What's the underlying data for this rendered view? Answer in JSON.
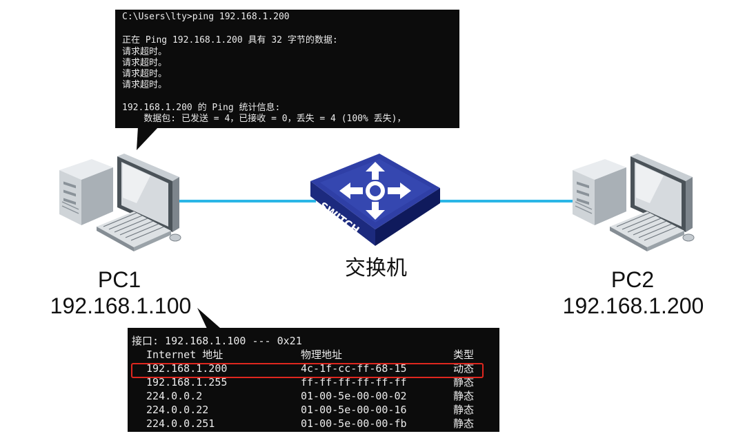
{
  "top_terminal": {
    "lines": [
      "C:\\Users\\lty>ping 192.168.1.200",
      "",
      "正在 Ping 192.168.1.200 具有 32 字节的数据:",
      "请求超时。",
      "请求超时。",
      "请求超时。",
      "请求超时。",
      "",
      "192.168.1.200 的 Ping 统计信息:",
      "    数据包: 已发送 = 4，已接收 = 0，丢失 = 4 (100% 丢失)，"
    ]
  },
  "arp_terminal": {
    "interface_line": "接口: 192.168.1.100 --- 0x21",
    "headers": {
      "ip": "Internet 地址",
      "mac": "物理地址",
      "type": "类型"
    },
    "rows": [
      {
        "ip": "192.168.1.200",
        "mac": "4c-1f-cc-ff-68-15",
        "type": "动态"
      },
      {
        "ip": "192.168.1.255",
        "mac": "ff-ff-ff-ff-ff-ff",
        "type": "静态"
      },
      {
        "ip": "224.0.0.2",
        "mac": "01-00-5e-00-00-02",
        "type": "静态"
      },
      {
        "ip": "224.0.0.22",
        "mac": "01-00-5e-00-00-16",
        "type": "静态"
      },
      {
        "ip": "224.0.0.251",
        "mac": "01-00-5e-00-00-fb",
        "type": "静态"
      }
    ],
    "highlighted_row": 0
  },
  "pc1": {
    "name": "PC1",
    "ip": "192.168.1.100"
  },
  "pc2": {
    "name": "PC2",
    "ip": "192.168.1.200"
  },
  "switch": {
    "label": "交换机",
    "badge": "SWITCH"
  },
  "colors": {
    "link": "#2bb6e6",
    "highlight": "#e0271f",
    "switch_top": "#2d3b9c",
    "terminal_bg": "#0c0c0c"
  },
  "icons": {
    "pc1": "desktop-computer-icon",
    "pc2": "desktop-computer-icon",
    "switch": "network-switch-icon"
  }
}
